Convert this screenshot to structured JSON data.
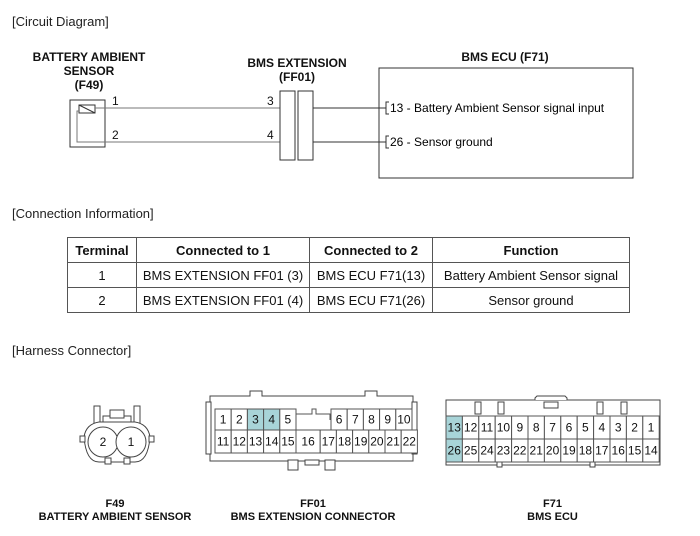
{
  "sections": {
    "circuit": "[Circuit Diagram]",
    "connection": "[Connection Information]",
    "harness": "[Harness Connector]"
  },
  "circuit": {
    "sensor": {
      "title_line1": "BATTERY AMBIENT",
      "title_line2": "SENSOR",
      "title_line3": "(F49)",
      "pins": [
        "1",
        "2"
      ]
    },
    "extension": {
      "title_line1": "BMS EXTENSION",
      "title_line2": "(FF01)",
      "pins": [
        "3",
        "4"
      ]
    },
    "ecu": {
      "title": "BMS ECU (F71)",
      "pins": [
        {
          "label": "13 - Battery Ambient Sensor signal input"
        },
        {
          "label": "26 - Sensor ground"
        }
      ]
    }
  },
  "table": {
    "headers": [
      "Terminal",
      "Connected to 1",
      "Connected to 2",
      "Function"
    ],
    "rows": [
      [
        "1",
        "BMS EXTENSION FF01 (3)",
        "BMS ECU F71(13)",
        "Battery Ambient Sensor signal"
      ],
      [
        "2",
        "BMS EXTENSION FF01 (4)",
        "BMS ECU F71(26)",
        "Sensor ground"
      ]
    ]
  },
  "connectors": {
    "highlight_color": "#a8d4d8",
    "f49": {
      "code": "F49",
      "name": "BATTERY AMBIENT SENSOR",
      "pins": [
        "2",
        "1"
      ]
    },
    "ff01": {
      "code": "FF01",
      "name": "BMS EXTENSION CONNECTOR",
      "top_left": [
        "1",
        "2",
        "3",
        "4",
        "5"
      ],
      "top_right": [
        "6",
        "7",
        "8",
        "9",
        "10"
      ],
      "bottom": [
        "11",
        "12",
        "13",
        "14",
        "15",
        "16",
        "17",
        "18",
        "19",
        "20",
        "21",
        "22"
      ],
      "highlighted": [
        "3",
        "4"
      ]
    },
    "f71": {
      "code": "F71",
      "name": "BMS ECU",
      "top": [
        "13",
        "12",
        "11",
        "10",
        "9",
        "8",
        "7",
        "6",
        "5",
        "4",
        "3",
        "2",
        "1"
      ],
      "bottom": [
        "26",
        "25",
        "24",
        "23",
        "22",
        "21",
        "20",
        "19",
        "18",
        "17",
        "16",
        "15",
        "14"
      ],
      "highlighted": [
        "13",
        "26"
      ]
    }
  }
}
